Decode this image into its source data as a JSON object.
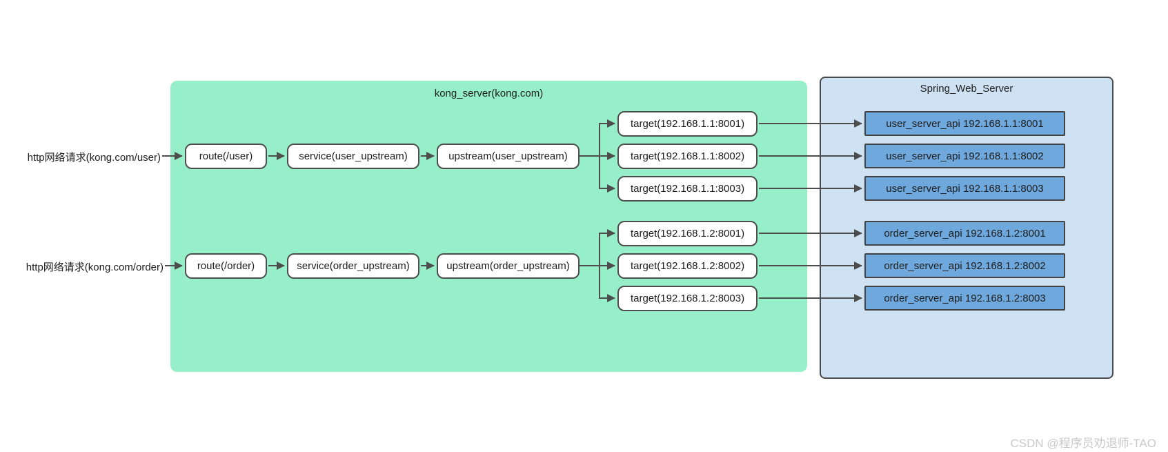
{
  "diagram": {
    "requests": [
      "http网络请求(kong.com/user)",
      "http网络请求(kong.com/order)"
    ],
    "kong": {
      "title": "kong_server(kong.com)",
      "flows": [
        {
          "route": "route(/user)",
          "service": "service(user_upstream)",
          "upstream": "upstream(user_upstream)",
          "targets": [
            "target(192.168.1.1:8001)",
            "target(192.168.1.1:8002)",
            "target(192.168.1.1:8003)"
          ]
        },
        {
          "route": "route(/order)",
          "service": "service(order_upstream)",
          "upstream": "upstream(order_upstream)",
          "targets": [
            "target(192.168.1.2:8001)",
            "target(192.168.1.2:8002)",
            "target(192.168.1.2:8003)"
          ]
        }
      ]
    },
    "spring": {
      "title": "Spring_Web_Server",
      "apis": [
        "user_server_api 192.168.1.1:8001",
        "user_server_api 192.168.1.1:8002",
        "user_server_api 192.168.1.1:8003",
        "order_server_api 192.168.1.2:8001",
        "order_server_api 192.168.1.2:8002",
        "order_server_api 192.168.1.2:8003"
      ]
    },
    "watermark": "CSDN @程序员劝退师-TAO",
    "colors": {
      "kong_bg": "#96efc8",
      "spring_bg": "#cfe2f4",
      "api_bg": "#6fa8dc",
      "line": "#4d4d4d",
      "watermark": "#c9c9c9"
    }
  }
}
